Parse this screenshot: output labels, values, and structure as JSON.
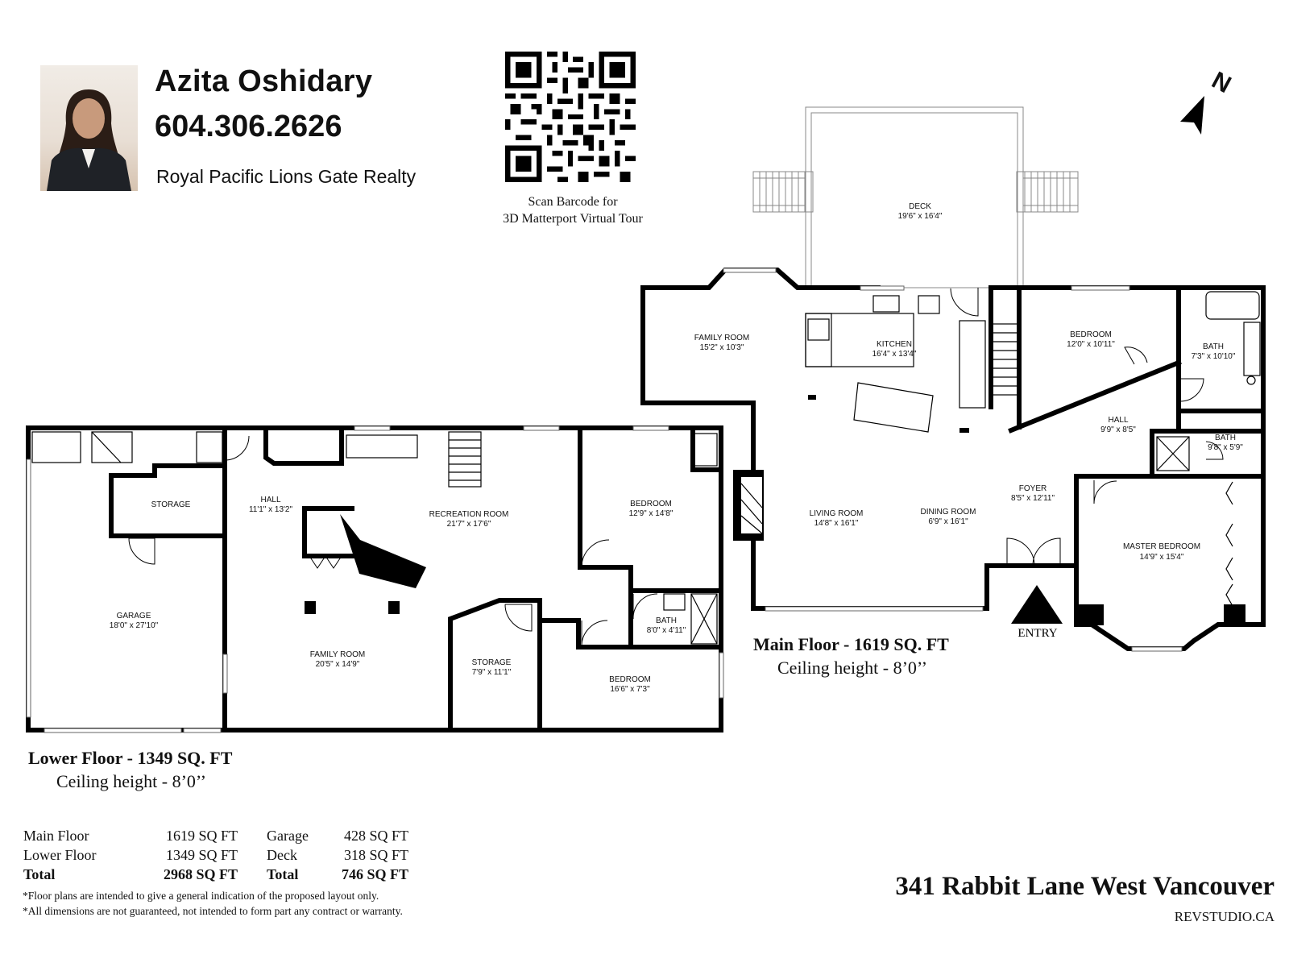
{
  "agent": {
    "name": "Azita Oshidary",
    "phone": "604.306.2626",
    "company": "Royal Pacific Lions Gate Realty"
  },
  "qr": {
    "caption_line1": "Scan Barcode for",
    "caption_line2": "3D Matterport Virtual Tour"
  },
  "compass": {
    "label": "N"
  },
  "main_floor": {
    "title": "Main Floor - 1619 SQ. FT",
    "ceiling": "Ceiling height - 8’0’’",
    "entry_label": "ENTRY",
    "rooms": [
      {
        "name": "DECK",
        "size": "19'6\" x 16'4\""
      },
      {
        "name": "FAMILY ROOM",
        "size": "15'2\" x 10'3\""
      },
      {
        "name": "KITCHEN",
        "size": "16'4\" x 13'4\""
      },
      {
        "name": "BEDROOM",
        "size": "12'0\" x 10'11\""
      },
      {
        "name": "BATH",
        "size": "7'3\" x 10'10\""
      },
      {
        "name": "HALL",
        "size": "9'9\" x 8'5\""
      },
      {
        "name": "BATH",
        "size": "9'8\" x 5'9\""
      },
      {
        "name": "FOYER",
        "size": "8'5\" x 12'11\""
      },
      {
        "name": "LIVING ROOM",
        "size": "14'8\" x 16'1\""
      },
      {
        "name": "DINING ROOM",
        "size": "6'9\" x 16'1\""
      },
      {
        "name": "MASTER BEDROOM",
        "size": "14'9\" x 15'4\""
      }
    ]
  },
  "lower_floor": {
    "title": "Lower Floor - 1349 SQ. FT",
    "ceiling": "Ceiling height - 8’0’’",
    "rooms": [
      {
        "name": "STORAGE",
        "size": ""
      },
      {
        "name": "HALL",
        "size": "11'1\" x 13'2\""
      },
      {
        "name": "RECREATION ROOM",
        "size": "21'7\" x 17'6\""
      },
      {
        "name": "BEDROOM",
        "size": "12'9\" x 14'8\""
      },
      {
        "name": "GARAGE",
        "size": "18'0\" x 27'10\""
      },
      {
        "name": "FAMILY ROOM",
        "size": "20'5\" x 14'9\""
      },
      {
        "name": "STORAGE",
        "size": "7'9\" x 11'1\""
      },
      {
        "name": "BATH",
        "size": "8'0\" x 4'11\""
      },
      {
        "name": "BEDROOM",
        "size": "16'6\" x 7'3\""
      }
    ]
  },
  "totals": {
    "rows": [
      {
        "a": "Main Floor",
        "b": "1619 SQ FT",
        "c": "Garage",
        "d": "428 SQ FT"
      },
      {
        "a": "Lower Floor",
        "b": "1349 SQ FT",
        "c": "Deck",
        "d": "318 SQ FT"
      },
      {
        "a": "Total",
        "b": "2968 SQ FT",
        "c": "Total",
        "d": "746 SQ FT"
      }
    ]
  },
  "disclaimer": {
    "line1": "*Floor plans are intended to give a general indication of the proposed layout only.",
    "line2": "*All dimensions are not guaranteed, not intended to form part any contract or warranty."
  },
  "address": "341 Rabbit Lane West Vancouver",
  "studio": "REVSTUDIO.CA"
}
